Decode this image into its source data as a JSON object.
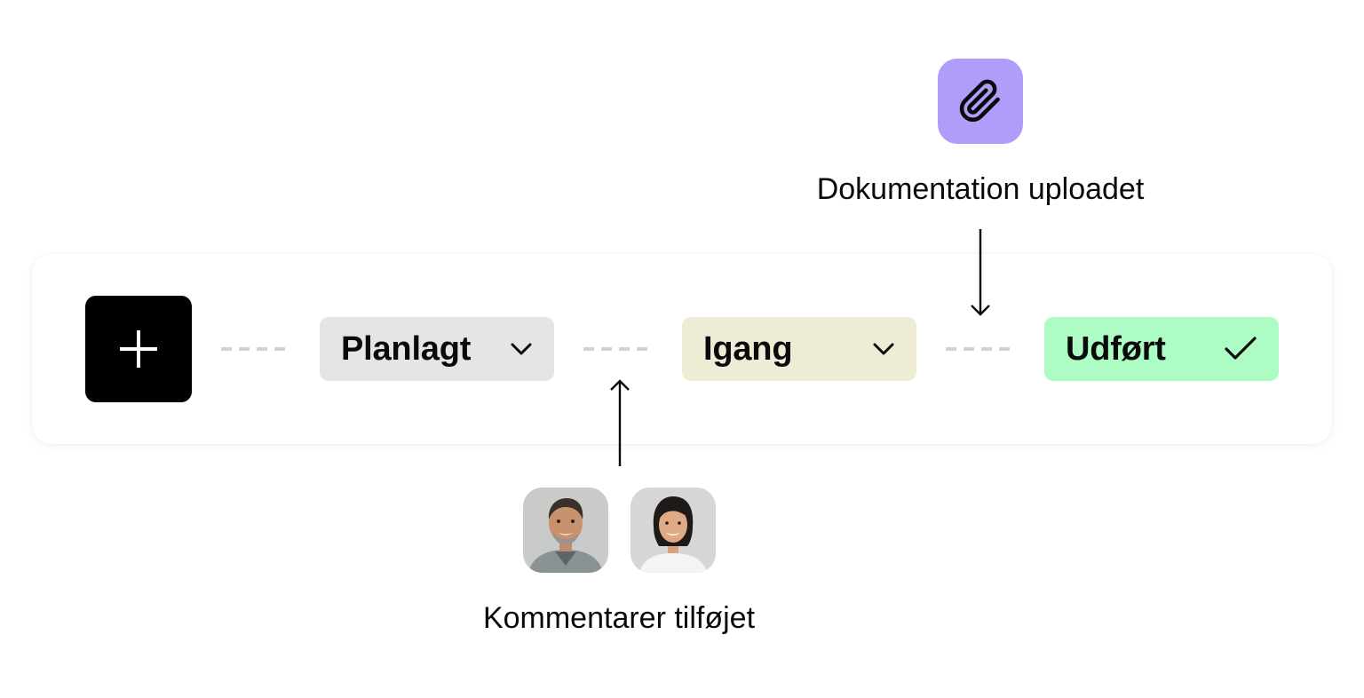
{
  "workflow": {
    "add_button": {
      "icon": "plus-icon"
    },
    "statuses": [
      {
        "label": "Planlagt",
        "icon": "chevron-down-icon",
        "color": "#e5e5e5"
      },
      {
        "label": "Igang",
        "icon": "chevron-down-icon",
        "color": "#efecd6"
      },
      {
        "label": "Udført",
        "icon": "check-icon",
        "color": "#adfcc4"
      }
    ]
  },
  "events": {
    "documentation": {
      "label": "Dokumentation uploadet",
      "icon": "paperclip-icon",
      "badge_color": "#b09cf9"
    },
    "comments": {
      "label": "Kommentarer tilføjet",
      "avatars": [
        "avatar-man",
        "avatar-woman"
      ]
    }
  }
}
